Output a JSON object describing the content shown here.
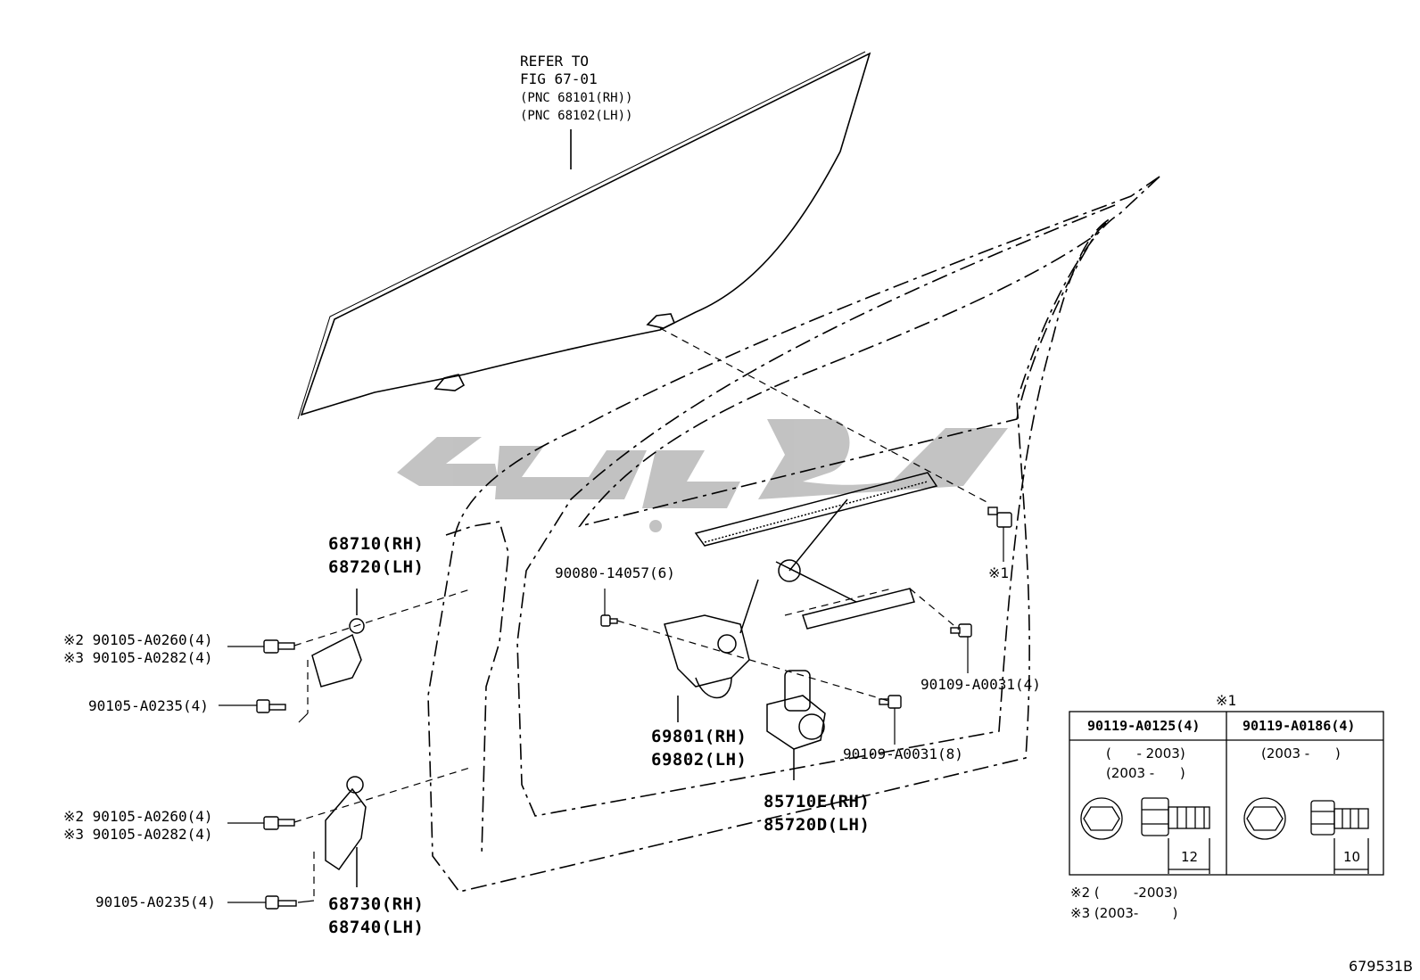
{
  "window_label": {
    "line1": "REFER TO",
    "line2": "FIG 67-01",
    "line3": "(PNC 68101(RH))",
    "line4": "(PNC 68102(LH))"
  },
  "parts": {
    "upper_hinge_rh": "68710(RH)",
    "upper_hinge_lh": "68720(LH)",
    "lower_hinge_rh": "68730(RH)",
    "lower_hinge_lh": "68740(LH)",
    "regulator_rh": "69801(RH)",
    "regulator_lh": "69802(LH)",
    "motor_rh": "85710E(RH)",
    "motor_lh": "85720D(LH)"
  },
  "fasteners": {
    "upper_bolt_a": "※2 90105-A0260(4)",
    "upper_bolt_b": "※3 90105-A0282(4)",
    "upper_bolt_c": "90105-A0235(4)",
    "lower_bolt_a": "※2 90105-A0260(4)",
    "lower_bolt_b": "※3 90105-A0282(4)",
    "lower_bolt_c": "90105-A0235(4)",
    "clip": "90080-14057(6)",
    "regulator_bolt": "90109-A0031(4)",
    "motor_bolt": "90109-A0031(8)",
    "ref_mark": "※1"
  },
  "legend": {
    "title": "※1",
    "col1_part": "90119-A0125(4)",
    "col1_range1": "(      - 2003)",
    "col1_range2": "(2003 -      )",
    "col1_dim": "12",
    "col2_part": "90119-A0186(4)",
    "col2_range": "(2003 -      )",
    "col2_dim": "10"
  },
  "notes": {
    "note2": "※2 (        -2003)",
    "note3": "※3 (2003-        )"
  },
  "figure_id": "679531B",
  "watermark_color": "#b8b8b8"
}
